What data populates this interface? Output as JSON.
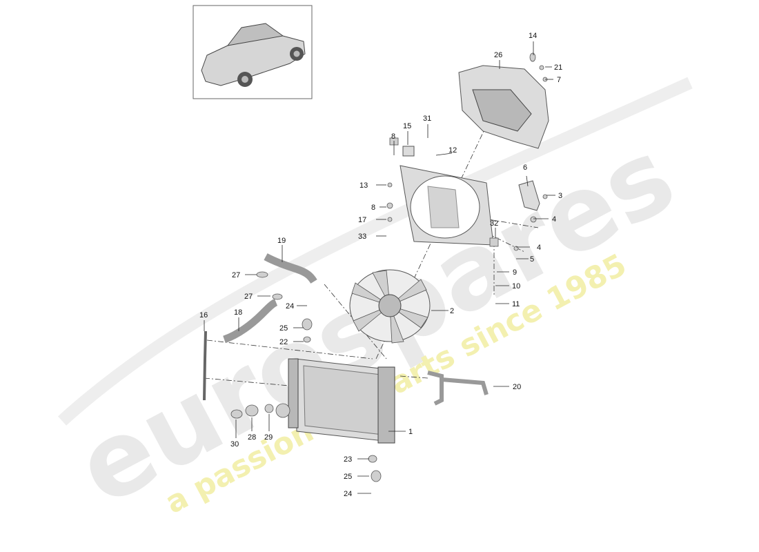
{
  "watermark": {
    "brand": "eurospares",
    "tagline": "a passion for parts since 1985"
  },
  "callouts": [
    {
      "id": "1",
      "label": "1"
    },
    {
      "id": "2",
      "label": "2"
    },
    {
      "id": "3",
      "label": "3"
    },
    {
      "id": "4a",
      "label": "4"
    },
    {
      "id": "4b",
      "label": "4"
    },
    {
      "id": "5",
      "label": "5"
    },
    {
      "id": "6",
      "label": "6"
    },
    {
      "id": "7",
      "label": "7"
    },
    {
      "id": "8a",
      "label": "8"
    },
    {
      "id": "8b",
      "label": "8"
    },
    {
      "id": "9",
      "label": "9"
    },
    {
      "id": "10",
      "label": "10"
    },
    {
      "id": "11",
      "label": "11"
    },
    {
      "id": "12",
      "label": "12"
    },
    {
      "id": "13",
      "label": "13"
    },
    {
      "id": "14",
      "label": "14"
    },
    {
      "id": "15",
      "label": "15"
    },
    {
      "id": "16",
      "label": "16"
    },
    {
      "id": "17",
      "label": "17"
    },
    {
      "id": "18",
      "label": "18"
    },
    {
      "id": "19",
      "label": "19"
    },
    {
      "id": "20",
      "label": "20"
    },
    {
      "id": "21",
      "label": "21"
    },
    {
      "id": "22",
      "label": "22"
    },
    {
      "id": "23",
      "label": "23"
    },
    {
      "id": "24a",
      "label": "24"
    },
    {
      "id": "24b",
      "label": "24"
    },
    {
      "id": "25a",
      "label": "25"
    },
    {
      "id": "25b",
      "label": "25"
    },
    {
      "id": "26",
      "label": "26"
    },
    {
      "id": "27a",
      "label": "27"
    },
    {
      "id": "27b",
      "label": "27"
    },
    {
      "id": "28",
      "label": "28"
    },
    {
      "id": "29",
      "label": "29"
    },
    {
      "id": "30",
      "label": "30"
    },
    {
      "id": "31",
      "label": "31"
    },
    {
      "id": "32",
      "label": "32"
    },
    {
      "id": "33",
      "label": "33"
    }
  ]
}
